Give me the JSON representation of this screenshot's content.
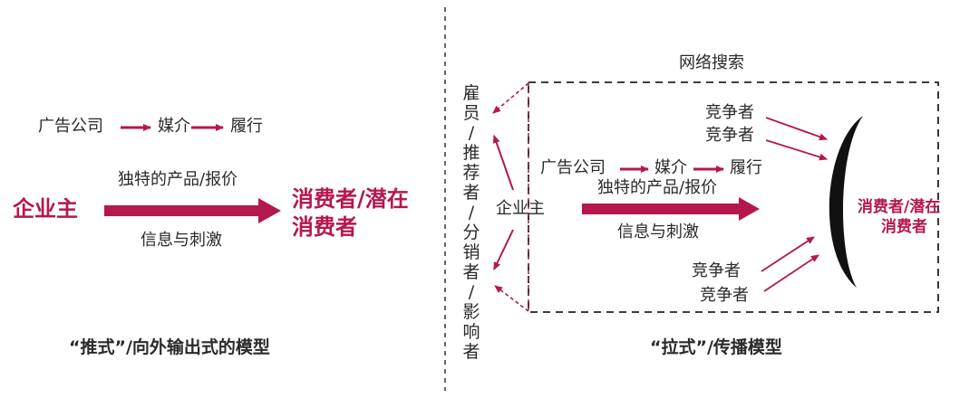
{
  "push": {
    "chain": [
      "广告公司",
      "媒介",
      "履行"
    ],
    "product": "独特的产品/报价",
    "sender": "企业主",
    "receiver_line1": "消费者/潜在",
    "receiver_line2": "消费者",
    "info": "信息与刺激",
    "caption": "“推式”/向外输出式的模型"
  },
  "pull": {
    "network": "网络搜索",
    "stakeholders": "雇员/推荐者/分销者/影响者",
    "competitor": "竞争者",
    "chain": [
      "广告公司",
      "媒介",
      "履行"
    ],
    "product": "独特的产品/报价",
    "sender": "企业主",
    "info": "信息与刺激",
    "receiver_line1": "消费者/潜在",
    "receiver_line2": "消费者",
    "caption": "“拉式”/传播模型"
  },
  "colors": {
    "accent": "#b5174f",
    "text": "#2a2a2a",
    "divider": "#333333"
  }
}
